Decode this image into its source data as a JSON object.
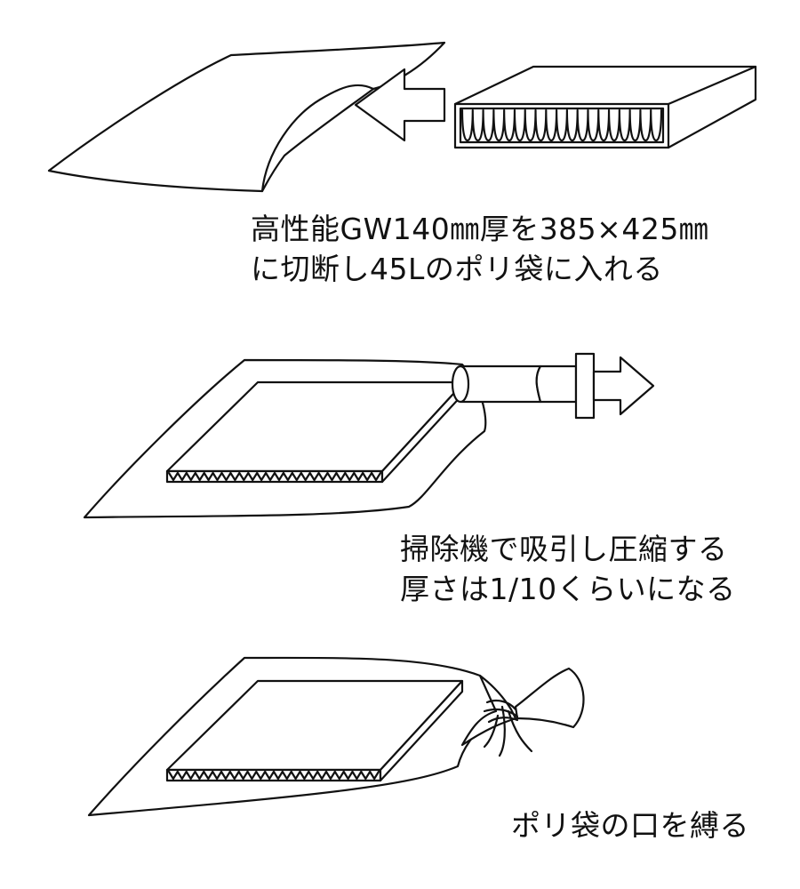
{
  "steps": [
    {
      "line1": "高性能GW140㎜厚を385×425㎜",
      "line2": "に切断し45Lのポリ袋に入れる"
    },
    {
      "line1": "掃除機で吸引し圧縮する",
      "line2": "厚さは1/10くらいになる"
    },
    {
      "line1": "ポリ袋の口を縛る"
    }
  ],
  "colors": {
    "line": "#111111",
    "background": "#ffffff"
  }
}
